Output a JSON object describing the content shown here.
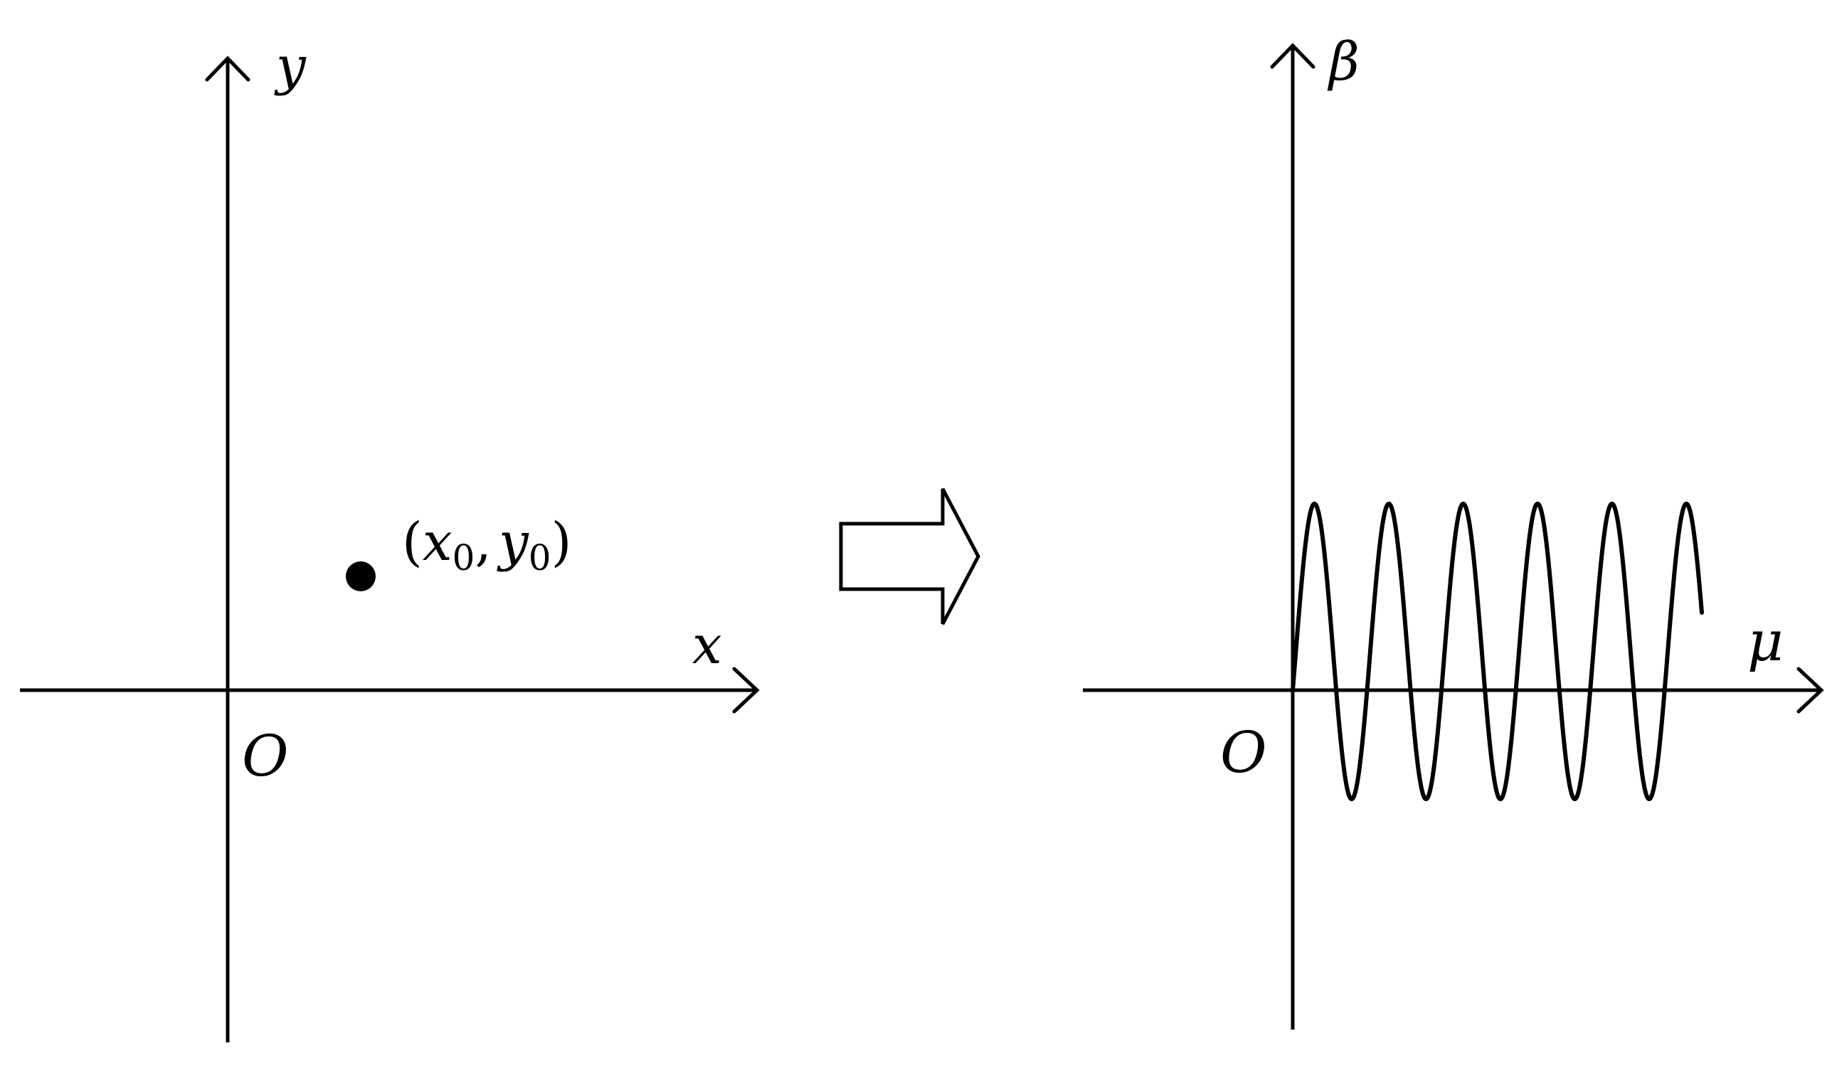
{
  "left_panel": {
    "x_axis_label": "x",
    "y_axis_label": "y",
    "origin_label": "O",
    "point_label": {
      "open": "(",
      "x_var": "x",
      "x_sub": "0",
      "comma": ",",
      "y_var": "y",
      "y_sub": "0",
      "close": ")"
    }
  },
  "right_panel": {
    "x_axis_label": "μ",
    "y_axis_label": "β",
    "origin_label": "O",
    "curve": {
      "shape": "sinusoid",
      "cycles": 5.5,
      "starts_at_origin": true
    }
  },
  "transform_arrow": {
    "direction": "right",
    "style": "outlined-block"
  },
  "colors": {
    "ink": "#000000",
    "background": "#ffffff"
  }
}
